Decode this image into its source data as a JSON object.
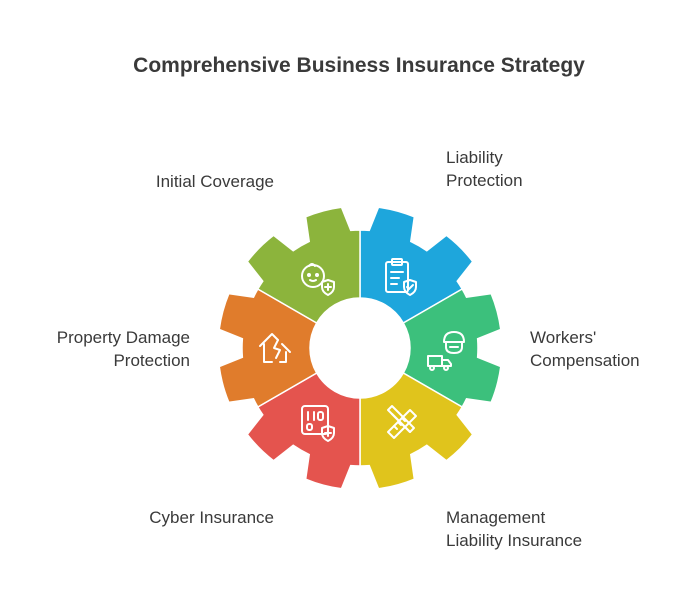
{
  "title": "Comprehensive Business Insurance Strategy",
  "segments": [
    {
      "name": "Initial Coverage",
      "lines": [
        "Initial Coverage"
      ],
      "color": "#1ea6dc",
      "icon": "baby-shield-icon"
    },
    {
      "name": "Liability Protection",
      "lines": [
        "Liability",
        "Protection"
      ],
      "color": "#3cc07c",
      "icon": "clipboard-check-icon"
    },
    {
      "name": "Workers' Compensation",
      "lines": [
        "Workers'",
        "Compensation"
      ],
      "color": "#e0c41c",
      "icon": "worker-truck-icon"
    },
    {
      "name": "Management Liability Insurance",
      "lines": [
        "Management",
        "Liability Insurance"
      ],
      "color": "#e4544e",
      "icon": "ruler-pencil-icon"
    },
    {
      "name": "Cyber Insurance",
      "lines": [
        "Cyber Insurance"
      ],
      "color": "#e07c2c",
      "icon": "binary-shield-icon"
    },
    {
      "name": "Property Damage Protection",
      "lines": [
        "Property Damage",
        "Protection"
      ],
      "color": "#8cb43c",
      "icon": "broken-house-icon"
    }
  ]
}
